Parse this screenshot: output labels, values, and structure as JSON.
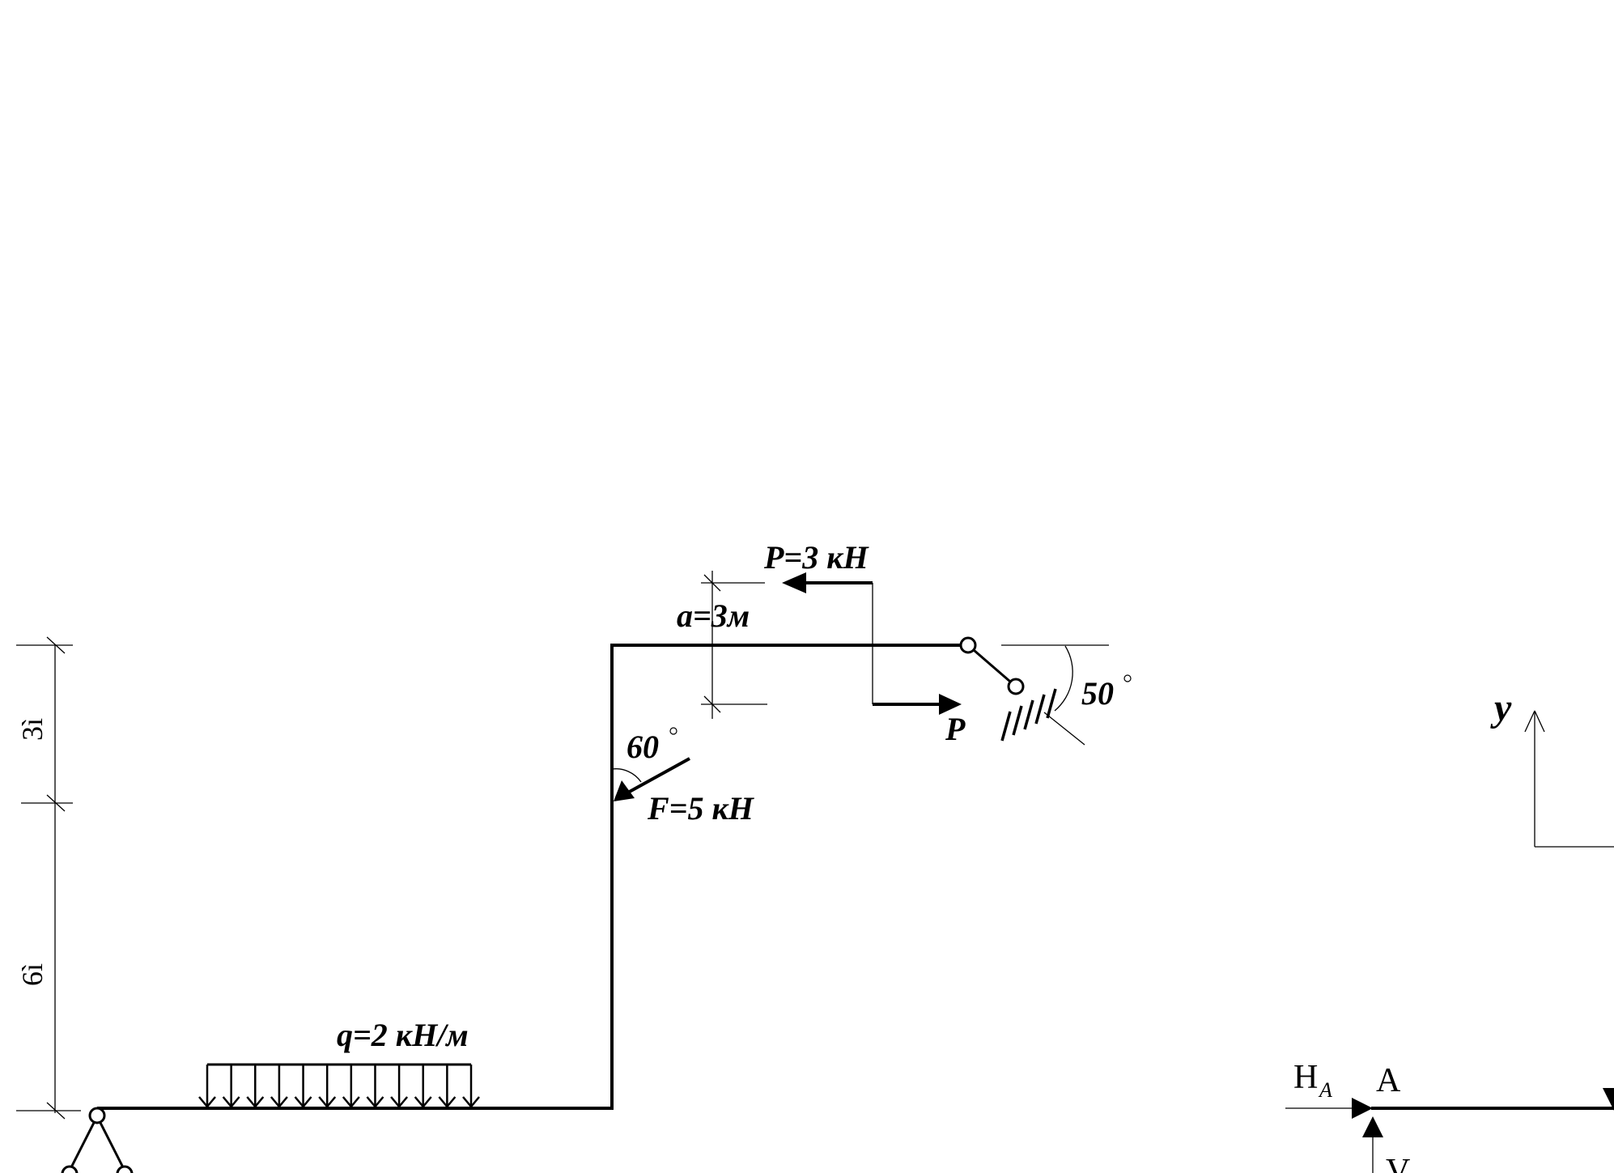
{
  "loads": {
    "P_label": "P=3 кН",
    "P_short": "P",
    "a_label": "a=3м",
    "angle_support": "50",
    "angle_F": "60",
    "F_label": "F=5 кН",
    "q_label": "q=2 кН/м"
  },
  "dimensions": {
    "upper": "3ì",
    "lower": "6ì"
  },
  "coords": {
    "y_axis": "y"
  },
  "free_body": {
    "H_main": "H",
    "H_sub": "A",
    "point_A": "A",
    "V_partial": "V"
  }
}
